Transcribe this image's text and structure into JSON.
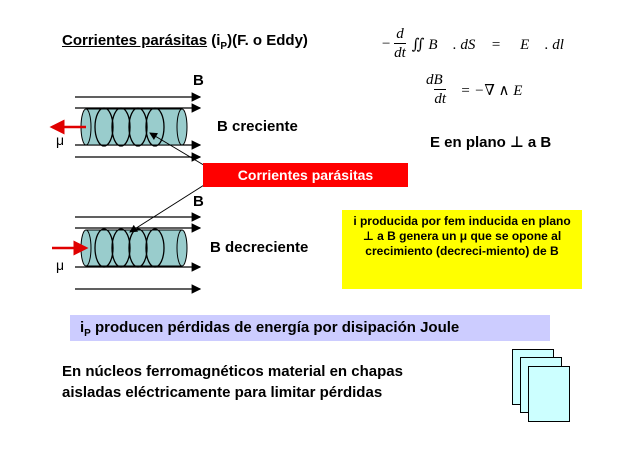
{
  "title": {
    "underlined": "Corrientes parásitas",
    "prefix": " (i",
    "sub": "P",
    "suffix": ")(F. o Eddy)"
  },
  "equation1": {
    "numerator": "d",
    "denominator": "dt",
    "body": "∬ B⃗ . dS⃗ = ∮ E⃗ . dl⃗"
  },
  "equation2": {
    "numerator": "dB⃗",
    "denominator": "dt",
    "body": "= −∇ ∧ E⃗"
  },
  "labels": {
    "b_top": "B",
    "b_creciente": "B creciente",
    "b_bottom": "B",
    "b_decreciente": "B decreciente",
    "mu_top": "μ",
    "mu_bottom": "μ",
    "e_en_plano": "E en plano ⊥ a B"
  },
  "red_box": "Corrientes parásitas",
  "yellow_box": "i producida por fem inducida en plano ⊥ a B genera un μ que se opone al crecimiento (decreci-miento) de B",
  "mauve_box": {
    "main": "i",
    "sub": "P",
    "rest": " producen pérdidas de energía por disipación Joule"
  },
  "bottom_text": {
    "line1": "En núcleos ferromagnéticos material en chapas",
    "line2": "aisladas eléctricamente para limitar pérdidas"
  },
  "colors": {
    "red": "#ff0000",
    "yellow": "#ffff00",
    "mauve": "#ccccff",
    "cylinder": "#99cccc",
    "sheet": "#ccffff"
  }
}
